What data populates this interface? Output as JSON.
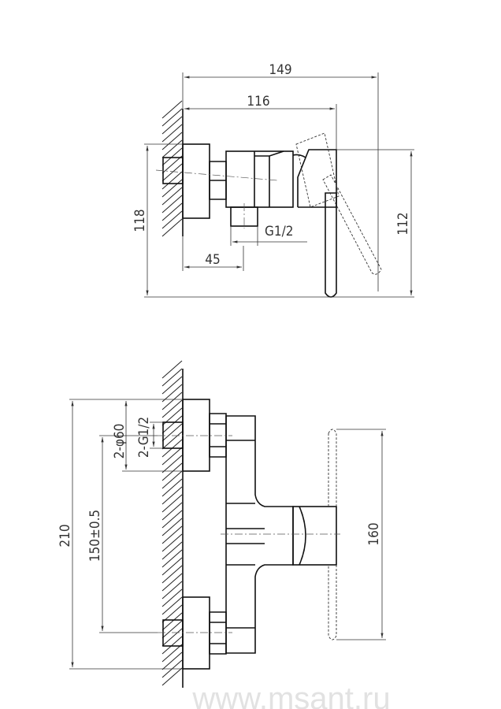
{
  "side_view": {
    "dims": {
      "overall_depth": "149",
      "body_depth": "116",
      "plate_height": "118",
      "handle_height": "112",
      "outlet_offset": "45",
      "outlet_thread": "G1/2"
    }
  },
  "front_view": {
    "dims": {
      "overall_height": "210",
      "inlet_spacing": "150±0.5",
      "plate_diameter": "2-φ60",
      "inlet_thread": "2-G1/2",
      "handle_length": "160"
    }
  },
  "watermark": "www.msant.ru"
}
